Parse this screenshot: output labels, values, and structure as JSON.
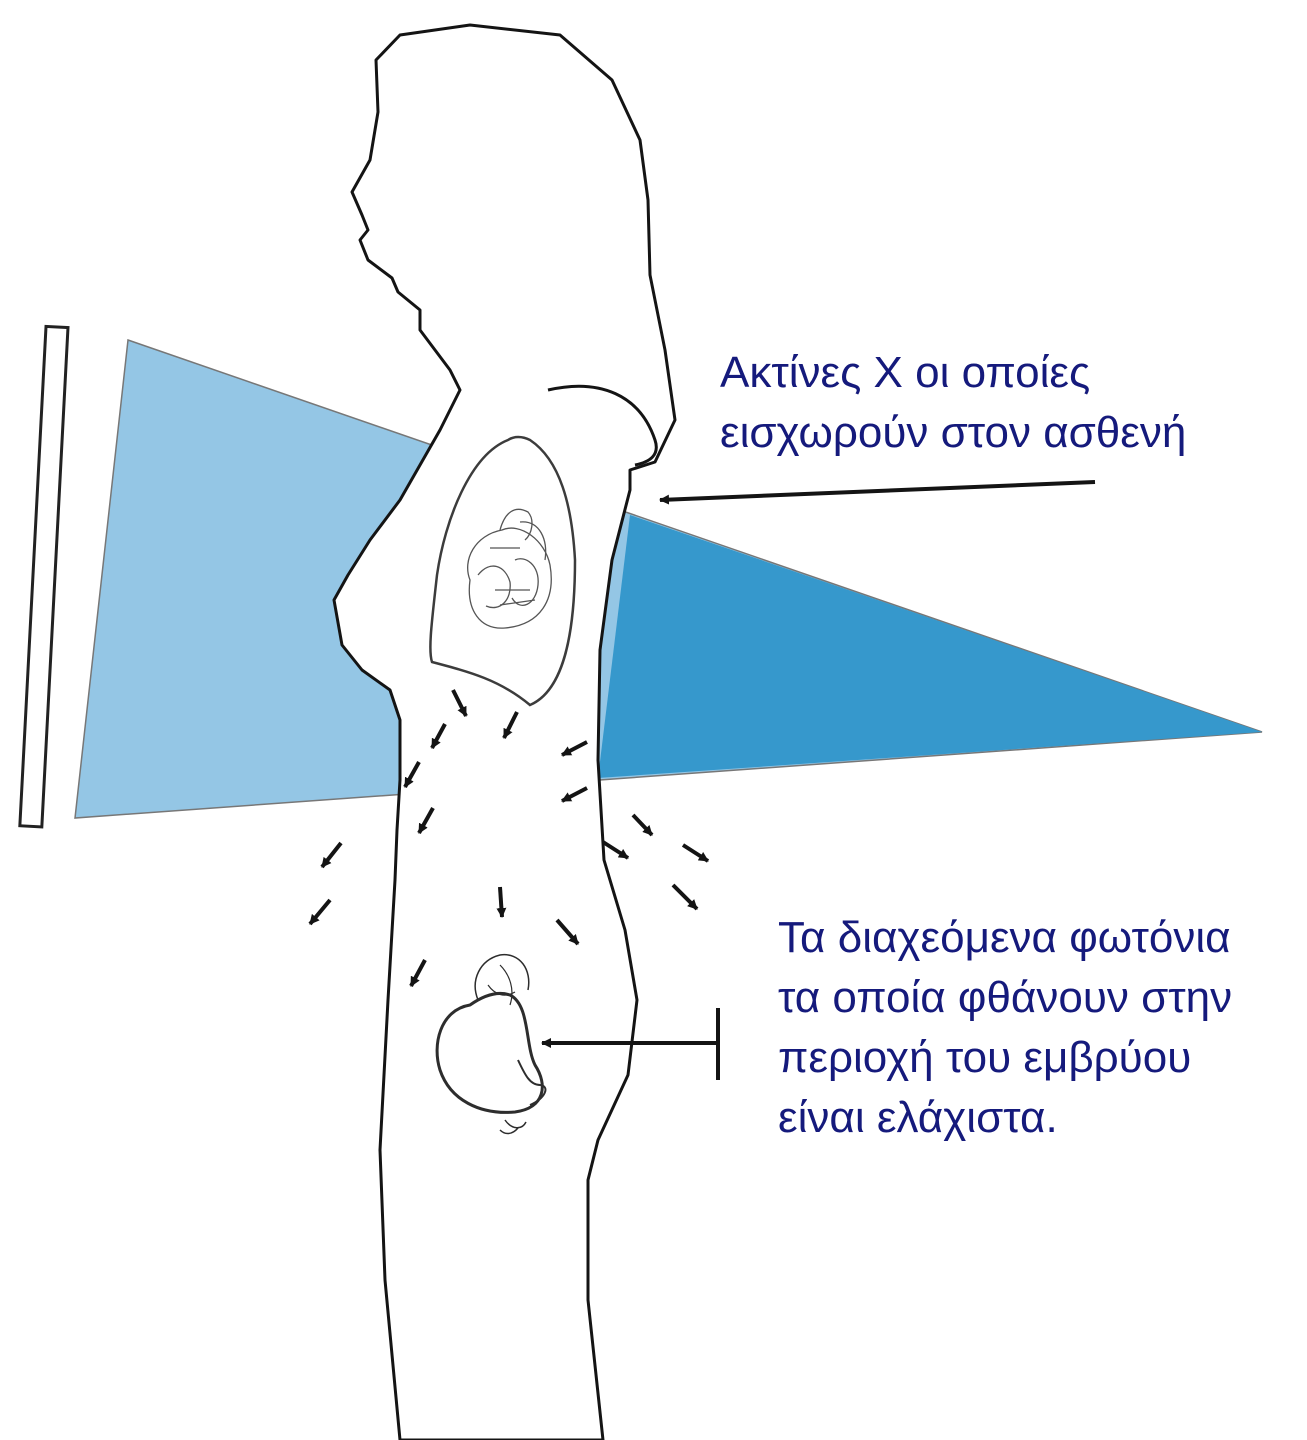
{
  "labels": {
    "xrays": [
      "Ακτίνες Χ οι οποίες",
      "εισχωρούν στον ασθενή"
    ],
    "scatter": [
      "Τα διαχεόμενα φωτόνια",
      "τα οποία φθάνουν στην",
      "περιοχή του εμβρύου",
      "είναι ελάχιστα."
    ]
  },
  "colors": {
    "beam_light": "#94c6e5",
    "beam_dark": "#3698cc",
    "outline": "#141414",
    "text": "#151a7c"
  }
}
